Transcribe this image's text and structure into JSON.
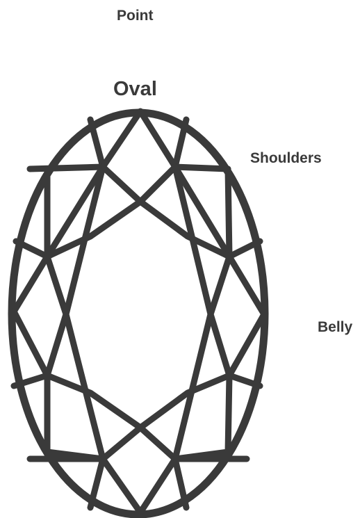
{
  "labels": {
    "point": "Point",
    "title": "Oval",
    "shoulders": "Shoulders",
    "belly": "Belly"
  },
  "gem": {
    "shape": "oval",
    "cut": "brilliant",
    "stroke_color": "#3a3a3a",
    "background_color": "#ffffff"
  }
}
